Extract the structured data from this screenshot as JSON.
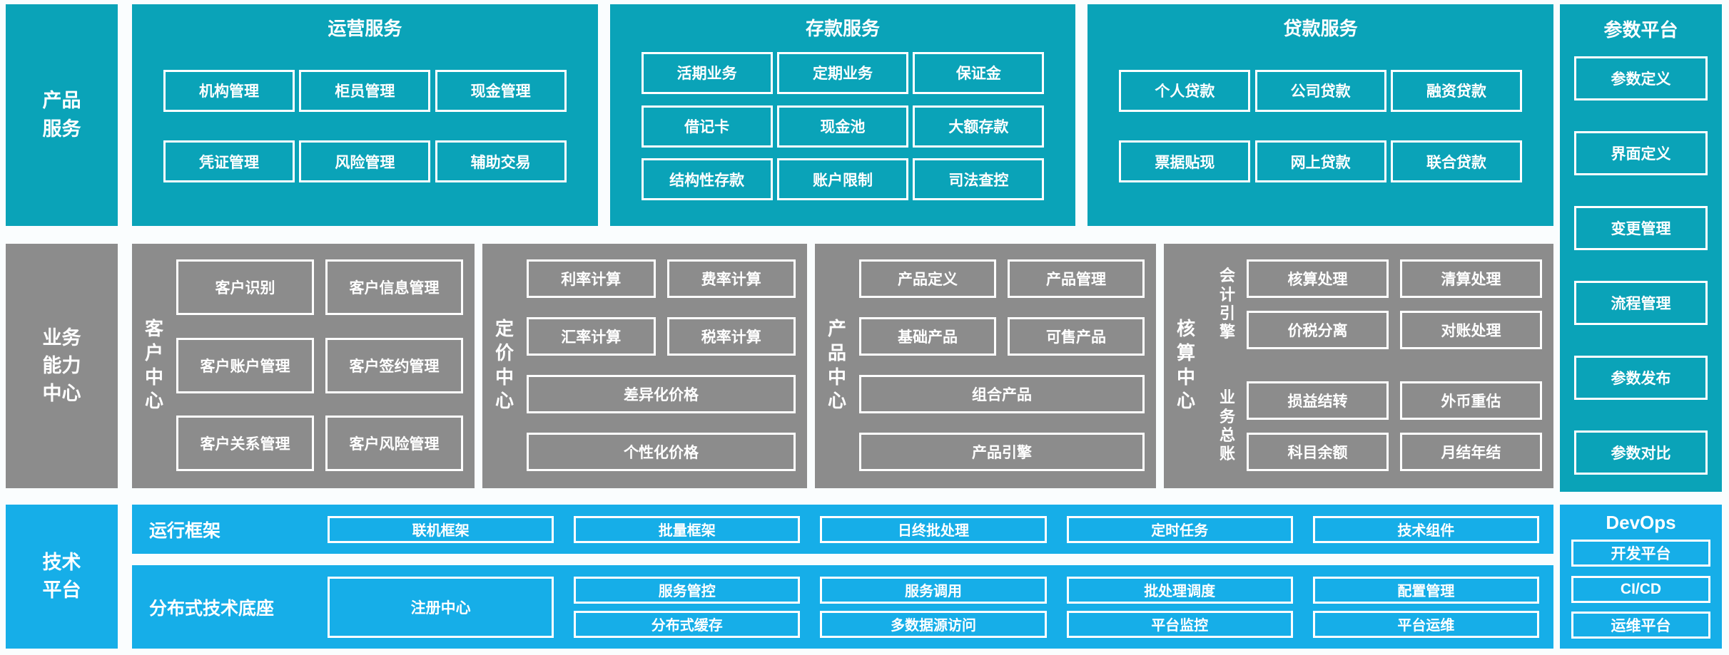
{
  "palette": {
    "teal": "#0aa3b8",
    "blue": "#16aee8",
    "gray": "#8c8c8c",
    "bg": "#fafdfe",
    "box_border": "#ffffff"
  },
  "left_rail": {
    "product_services": "产品\n服务",
    "business_capability": "业务\n能力\n中心",
    "tech_platform": "技术\n平台"
  },
  "top_sections": [
    {
      "id": "operation-services",
      "title": "运营服务",
      "items": [
        "机构管理",
        "柜员管理",
        "现金管理",
        "凭证管理",
        "风险管理",
        "辅助交易"
      ]
    },
    {
      "id": "deposit-services",
      "title": "存款服务",
      "items": [
        "活期业务",
        "定期业务",
        "保证金",
        "借记卡",
        "现金池",
        "大额存款",
        "结构性存款",
        "账户限制",
        "司法查控"
      ]
    },
    {
      "id": "loan-services",
      "title": "贷款服务",
      "items": [
        "个人贷款",
        "公司贷款",
        "融资贷款",
        "票据贴现",
        "网上贷款",
        "联合贷款"
      ]
    }
  ],
  "param_platform": {
    "title": "参数平台",
    "items": [
      "参数定义",
      "界面定义",
      "变更管理",
      "流程管理",
      "参数发布",
      "参数对比"
    ]
  },
  "capability_centers": [
    {
      "id": "customer-center",
      "label": "客\n户\n中\n心",
      "rows": [
        [
          "客户识别",
          "客户信息管理"
        ],
        [
          "客户账户管理",
          "客户签约管理"
        ],
        [
          "客户关系管理",
          "客户风险管理"
        ]
      ]
    },
    {
      "id": "pricing-center",
      "label": "定\n价\n中\n心",
      "rows": [
        [
          "利率计算",
          "费率计算"
        ],
        [
          "汇率计算",
          "税率计算"
        ],
        [
          "差异化价格"
        ],
        [
          "个性化价格"
        ]
      ]
    },
    {
      "id": "product-center",
      "label": "产\n品\n中\n心",
      "rows": [
        [
          "产品定义",
          "产品管理"
        ],
        [
          "基础产品",
          "可售产品"
        ],
        [
          "组合产品"
        ],
        [
          "产品引擎"
        ]
      ]
    },
    {
      "id": "accounting-center",
      "label": "核\n算\n中\n心",
      "groups": [
        {
          "sublabel": "会\n计\n引\n擎",
          "rows": [
            [
              "核算处理",
              "清算处理"
            ],
            [
              "价税分离",
              "对账处理"
            ]
          ]
        },
        {
          "sublabel": "业\n务\n总\n账",
          "rows": [
            [
              "损益结转",
              "外币重估"
            ],
            [
              "科目余额",
              "月结年结"
            ]
          ]
        }
      ]
    }
  ],
  "tech_platform": {
    "runtime": {
      "label": "运行框架",
      "items": [
        "联机框架",
        "批量框架",
        "日终批处理",
        "定时任务",
        "技术组件"
      ]
    },
    "distributed": {
      "label": "分布式技术底座",
      "registry": "注册中心",
      "rows": [
        [
          "服务管控",
          "服务调用",
          "批处理调度",
          "配置管理"
        ],
        [
          "分布式缓存",
          "多数据源访问",
          "平台监控",
          "平台运维"
        ]
      ]
    },
    "devops": {
      "title": "DevOps",
      "items": [
        "开发平台",
        "CI/CD",
        "运维平台"
      ]
    }
  }
}
